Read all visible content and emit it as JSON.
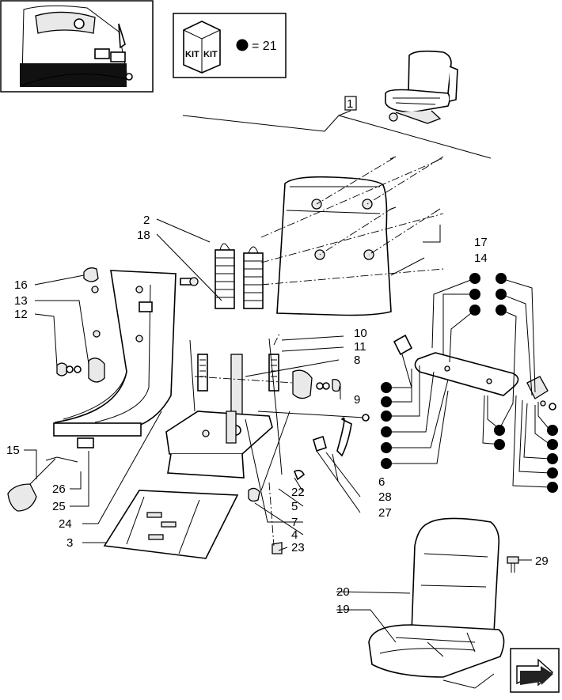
{
  "kit_legend": {
    "box_text_1": "KIT",
    "box_text_2": "KIT",
    "equals_text": "= 21"
  },
  "callouts": {
    "c1": "1",
    "c2": "2",
    "c3": "3",
    "c4": "4",
    "c5": "5",
    "c6": "6",
    "c7": "7",
    "c8": "8",
    "c9": "9",
    "c10": "10",
    "c11": "11",
    "c12": "12",
    "c13": "13",
    "c14": "14",
    "c15": "15",
    "c16": "16",
    "c17": "17",
    "c18": "18",
    "c19": "19",
    "c20": "20",
    "c22": "22",
    "c23": "23",
    "c24": "24",
    "c25": "25",
    "c26": "26",
    "c27": "27",
    "c28": "28",
    "c29": "29"
  },
  "icons": {
    "thumbnail": "tractor-cab-thumbnail-icon",
    "kit": "kit-box-icon",
    "seat_assembly": "seat-assembly-icon",
    "nav": "next-page-arrow-icon"
  }
}
